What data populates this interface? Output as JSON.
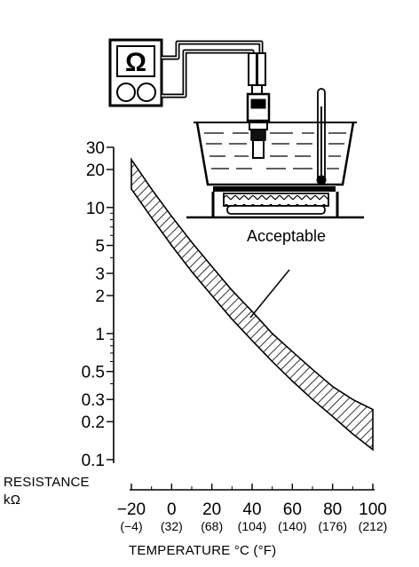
{
  "diagram": {
    "instrument_symbol": "Ω",
    "annotation": "Acceptable",
    "y_axis": {
      "label_line1": "RESISTANCE",
      "label_line2": "kΩ",
      "scale": "log",
      "ticks": [
        {
          "value": 30,
          "label": "30"
        },
        {
          "value": 20,
          "label": "20"
        },
        {
          "value": 10,
          "label": "10"
        },
        {
          "value": 5,
          "label": "5"
        },
        {
          "value": 3,
          "label": "3"
        },
        {
          "value": 2,
          "label": "2"
        },
        {
          "value": 1,
          "label": "1"
        },
        {
          "value": 0.5,
          "label": "0.5"
        },
        {
          "value": 0.3,
          "label": "0.3"
        },
        {
          "value": 0.2,
          "label": "0.2"
        },
        {
          "value": 0.1,
          "label": "0.1"
        }
      ]
    },
    "x_axis": {
      "label": "TEMPERATURE °C (°F)",
      "ticks": [
        {
          "value": -20,
          "label": "−20",
          "f_label": "(−4)"
        },
        {
          "value": 0,
          "label": "0",
          "f_label": "(32)"
        },
        {
          "value": 20,
          "label": "20",
          "f_label": "(68)"
        },
        {
          "value": 40,
          "label": "40",
          "f_label": "(104)"
        },
        {
          "value": 60,
          "label": "60",
          "f_label": "(140)"
        },
        {
          "value": 80,
          "label": "80",
          "f_label": "(176)"
        },
        {
          "value": 100,
          "label": "100",
          "f_label": "(212)"
        }
      ]
    }
  },
  "chart_data": {
    "type": "area",
    "xlim": [
      -20,
      100
    ],
    "ylim": [
      0.1,
      30
    ],
    "series": [
      {
        "x": [
          -20,
          -10,
          0,
          10,
          20,
          30,
          40,
          50,
          60,
          70,
          80,
          90,
          100
        ],
        "values": [
          24,
          14,
          8.5,
          5.3,
          3.4,
          2.2,
          1.5,
          1.0,
          0.72,
          0.52,
          0.38,
          0.3,
          0.25
        ]
      },
      {
        "x": [
          -20,
          -10,
          0,
          10,
          20,
          30,
          40,
          50,
          60,
          70,
          80,
          90,
          100
        ],
        "values": [
          14,
          8.3,
          5.0,
          3.1,
          2.0,
          1.3,
          0.88,
          0.6,
          0.42,
          0.3,
          0.22,
          0.16,
          0.12
        ]
      }
    ]
  }
}
